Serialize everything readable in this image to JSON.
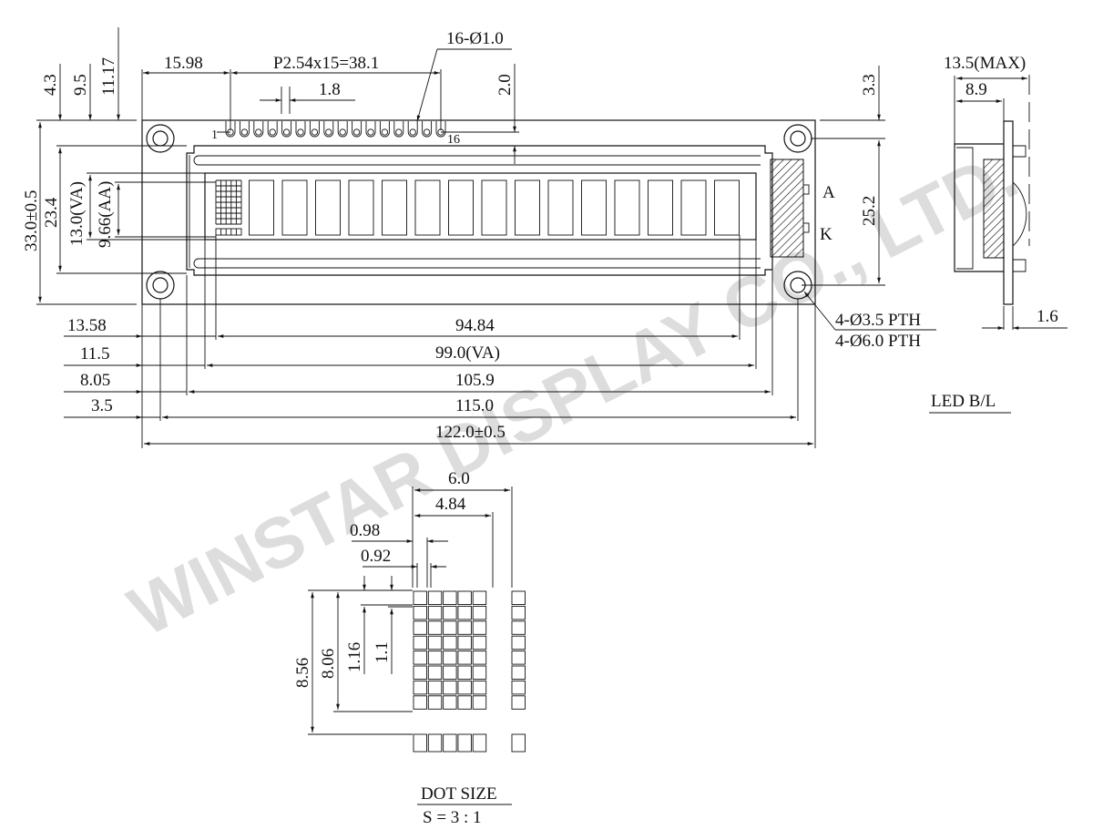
{
  "watermark": "WINSTAR DISPLAY CO., LTD.",
  "top_dims": {
    "d1598": "15.98",
    "pitch": "P2.54x15=38.1",
    "d18": "1.8",
    "pins": "16-Ø1.0",
    "d20": "2.0",
    "d33": "3.3",
    "pin1": "1",
    "pin16": "16"
  },
  "left_dims": {
    "d43": "4.3",
    "d95": "9.5",
    "d1117": "11.17",
    "d330": "33.0±0.5",
    "d234": "23.4",
    "d130": "13.0(VA)",
    "d966": "9.66(AA)"
  },
  "right_dims": {
    "d252": "25.2",
    "hole1": "4-Ø3.5 PTH",
    "hole2": "4-Ø6.0 PTH",
    "led_a": "A",
    "led_k": "K"
  },
  "bottom_dims": {
    "d1358": "13.58",
    "d115": "11.5",
    "d805": "8.05",
    "d35": "3.5",
    "d9484": "94.84",
    "d990": "99.0(VA)",
    "d1059": "105.9",
    "d1150": "115.0",
    "d1220": "122.0±0.5"
  },
  "side_view": {
    "d135": "13.5(MAX)",
    "d89": "8.9",
    "d16": "1.6",
    "led_label": "LED B/L"
  },
  "dot_detail": {
    "d60": "6.0",
    "d484": "4.84",
    "d098": "0.98",
    "d092": "0.92",
    "d856": "8.56",
    "d806": "8.06",
    "d116": "1.16",
    "d11": "1.1",
    "title": "DOT SIZE",
    "scale": "S = 3 : 1"
  }
}
